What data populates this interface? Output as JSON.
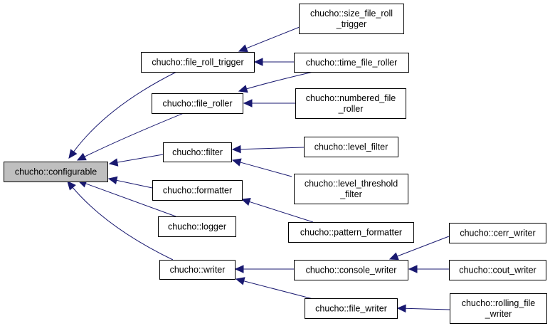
{
  "diagram": {
    "nodes": [
      {
        "id": "configurable",
        "lines": [
          "chucho::configurable"
        ],
        "root": true
      },
      {
        "id": "file_roll_trigger",
        "lines": [
          "chucho::file_roll_trigger"
        ]
      },
      {
        "id": "file_roller",
        "lines": [
          "chucho::file_roller"
        ]
      },
      {
        "id": "filter",
        "lines": [
          "chucho::filter"
        ]
      },
      {
        "id": "formatter",
        "lines": [
          "chucho::formatter"
        ]
      },
      {
        "id": "logger",
        "lines": [
          "chucho::logger"
        ]
      },
      {
        "id": "writer",
        "lines": [
          "chucho::writer"
        ]
      },
      {
        "id": "size_file_roll_trigger",
        "lines": [
          "chucho::size_file_roll",
          "_trigger"
        ]
      },
      {
        "id": "time_file_roller",
        "lines": [
          "chucho::time_file_roller"
        ]
      },
      {
        "id": "numbered_file_roller",
        "lines": [
          "chucho::numbered_file",
          "_roller"
        ]
      },
      {
        "id": "level_filter",
        "lines": [
          "chucho::level_filter"
        ]
      },
      {
        "id": "level_threshold_filter",
        "lines": [
          "chucho::level_threshold",
          "_filter"
        ]
      },
      {
        "id": "pattern_formatter",
        "lines": [
          "chucho::pattern_formatter"
        ]
      },
      {
        "id": "console_writer",
        "lines": [
          "chucho::console_writer"
        ]
      },
      {
        "id": "file_writer",
        "lines": [
          "chucho::file_writer"
        ]
      },
      {
        "id": "cerr_writer",
        "lines": [
          "chucho::cerr_writer"
        ]
      },
      {
        "id": "cout_writer",
        "lines": [
          "chucho::cout_writer"
        ]
      },
      {
        "id": "rolling_file_writer",
        "lines": [
          "chucho::rolling_file",
          "_writer"
        ]
      }
    ],
    "edges": [
      {
        "from": "file_roll_trigger",
        "to": "configurable"
      },
      {
        "from": "file_roller",
        "to": "configurable"
      },
      {
        "from": "filter",
        "to": "configurable"
      },
      {
        "from": "formatter",
        "to": "configurable"
      },
      {
        "from": "logger",
        "to": "configurable"
      },
      {
        "from": "writer",
        "to": "configurable"
      },
      {
        "from": "size_file_roll_trigger",
        "to": "file_roll_trigger"
      },
      {
        "from": "time_file_roller",
        "to": "file_roll_trigger"
      },
      {
        "from": "time_file_roller",
        "to": "file_roller"
      },
      {
        "from": "numbered_file_roller",
        "to": "file_roller"
      },
      {
        "from": "level_filter",
        "to": "filter"
      },
      {
        "from": "level_threshold_filter",
        "to": "filter"
      },
      {
        "from": "pattern_formatter",
        "to": "formatter"
      },
      {
        "from": "console_writer",
        "to": "writer"
      },
      {
        "from": "file_writer",
        "to": "writer"
      },
      {
        "from": "cerr_writer",
        "to": "console_writer"
      },
      {
        "from": "cout_writer",
        "to": "console_writer"
      },
      {
        "from": "rolling_file_writer",
        "to": "file_writer"
      }
    ]
  }
}
